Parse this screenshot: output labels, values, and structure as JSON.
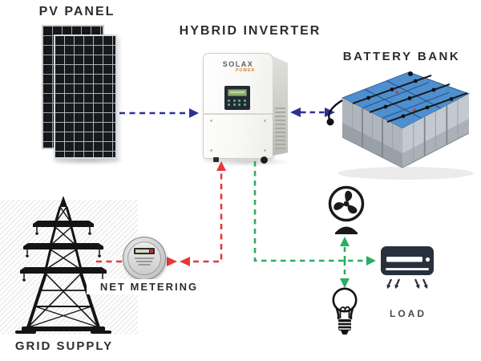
{
  "labels": {
    "pv_panel": "PV PANEL",
    "hybrid_inverter": "HYBRID INVERTER",
    "battery_bank": "BATTERY BANK",
    "net_metering": "NET METERING",
    "grid_supply": "GRID SUPPLY",
    "load": "LOAD"
  },
  "inverter": {
    "brand": "SOLAX",
    "brand_sub": "POWER"
  },
  "icons": {
    "sources": [
      "pv-panel-icon",
      "grid-tower-icon",
      "battery-bank-icon"
    ],
    "metering": [
      "net-meter-icon"
    ],
    "load_devices": [
      "fan-icon",
      "air-conditioner-icon",
      "light-bulb-icon"
    ]
  },
  "colors": {
    "pv_battery_arrow": "#2e3192",
    "grid_arrow": "#e6393a",
    "load_arrow": "#29ad63",
    "battery_top": "#4e8fd0",
    "ac_body": "#27303d",
    "label_text": "#2d2d2d",
    "load_label_text": "#4a4a4a",
    "hatch_stripe": "#ebebeb"
  },
  "connections": [
    {
      "from": "pv-panel",
      "to": "hybrid-inverter",
      "style": "dashed",
      "color": "#2e3192",
      "direction": "one-way"
    },
    {
      "from": "hybrid-inverter",
      "to": "battery-bank",
      "style": "dashed",
      "color": "#2e3192",
      "direction": "two-way"
    },
    {
      "from": "grid-supply",
      "to": "hybrid-inverter",
      "via": "net-metering",
      "style": "dashed",
      "color": "#e6393a",
      "direction": "two-way"
    },
    {
      "from": "hybrid-inverter",
      "to": "load",
      "style": "dashed",
      "color": "#29ad63",
      "direction": "one-way",
      "targets": [
        "fan",
        "air-conditioner",
        "light-bulb"
      ]
    }
  ]
}
